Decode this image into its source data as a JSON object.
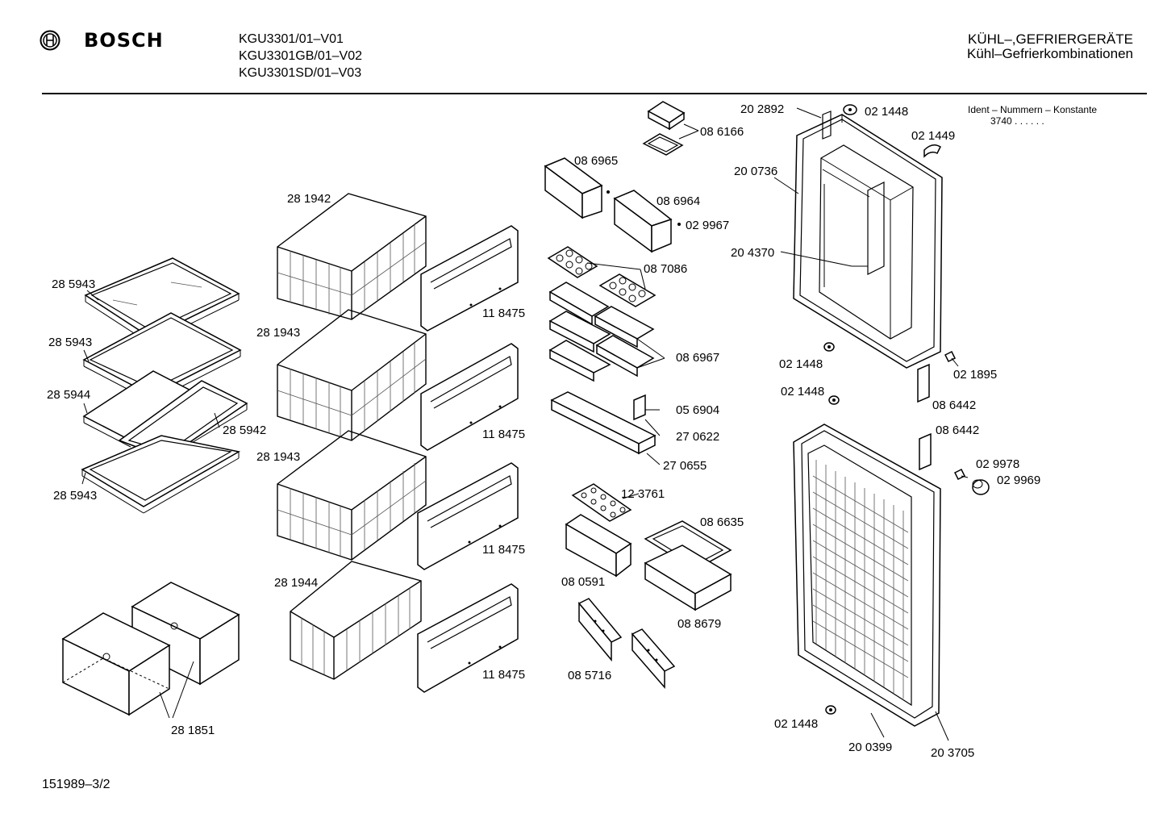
{
  "header": {
    "brand": "BOSCH",
    "models": [
      "KGU3301/01–V01",
      "KGU3301GB/01–V02",
      "KGU3301SD/01–V03"
    ],
    "category": "KÜHL–,GEFRIERGERÄTE",
    "subcategory": "Kühl–Gefrierkombinationen",
    "ident_title": "Ident – Nummern – Konstante",
    "ident_value": "3740  .  .  .  .  .  ."
  },
  "footer": {
    "drawing_number": "151989–3/2"
  },
  "parts": [
    {
      "id": "p1",
      "label": "28 5943"
    },
    {
      "id": "p2",
      "label": "28 5943"
    },
    {
      "id": "p3",
      "label": "28 5944"
    },
    {
      "id": "p4",
      "label": "28 5942"
    },
    {
      "id": "p5",
      "label": "28 5943"
    },
    {
      "id": "p6",
      "label": "28 1851"
    },
    {
      "id": "p7",
      "label": "28 1942"
    },
    {
      "id": "p8",
      "label": "28 1943"
    },
    {
      "id": "p9",
      "label": "28 1943"
    },
    {
      "id": "p10",
      "label": "28 1944"
    },
    {
      "id": "p11",
      "label": "11 8475"
    },
    {
      "id": "p12",
      "label": "11 8475"
    },
    {
      "id": "p13",
      "label": "11 8475"
    },
    {
      "id": "p14",
      "label": "11 8475"
    },
    {
      "id": "p15",
      "label": "08 6166"
    },
    {
      "id": "p16",
      "label": "08 6965"
    },
    {
      "id": "p17",
      "label": "08 6964"
    },
    {
      "id": "p18",
      "label": "02 9967"
    },
    {
      "id": "p19",
      "label": "08 7086"
    },
    {
      "id": "p20",
      "label": "08 6967"
    },
    {
      "id": "p21",
      "label": "05 6904"
    },
    {
      "id": "p22",
      "label": "27 0622"
    },
    {
      "id": "p23",
      "label": "27 0655"
    },
    {
      "id": "p24",
      "label": "12 3761"
    },
    {
      "id": "p25",
      "label": "08 6635"
    },
    {
      "id": "p26",
      "label": "08 0591"
    },
    {
      "id": "p27",
      "label": "08 8679"
    },
    {
      "id": "p28",
      "label": "08 5716"
    },
    {
      "id": "p29",
      "label": "20 2892"
    },
    {
      "id": "p30",
      "label": "02 1448"
    },
    {
      "id": "p31",
      "label": "02 1449"
    },
    {
      "id": "p32",
      "label": "20 0736"
    },
    {
      "id": "p33",
      "label": "20 4370"
    },
    {
      "id": "p34",
      "label": "02 1448"
    },
    {
      "id": "p35",
      "label": "02 1895"
    },
    {
      "id": "p36",
      "label": "02 1448"
    },
    {
      "id": "p37",
      "label": "08 6442"
    },
    {
      "id": "p38",
      "label": "08 6442"
    },
    {
      "id": "p39",
      "label": "02 9978"
    },
    {
      "id": "p40",
      "label": "02 9969"
    },
    {
      "id": "p41",
      "label": "02 1448"
    },
    {
      "id": "p42",
      "label": "20 0399"
    },
    {
      "id": "p43",
      "label": "20 3705"
    }
  ]
}
